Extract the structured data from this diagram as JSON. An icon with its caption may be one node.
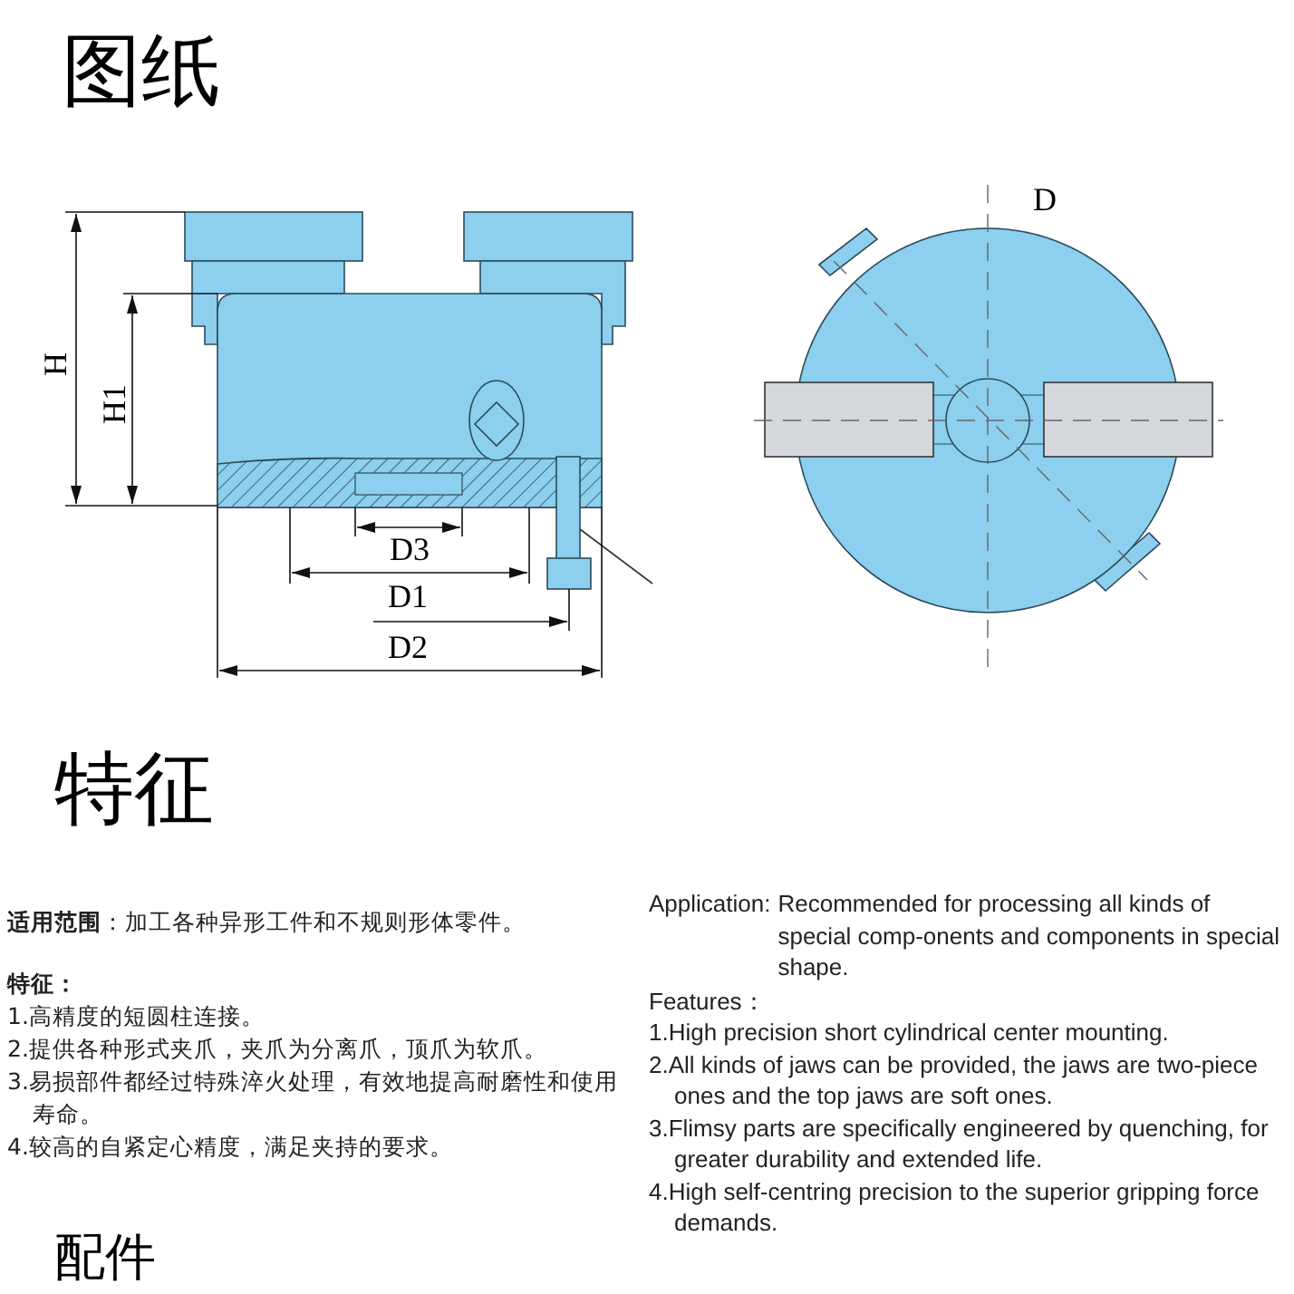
{
  "diagram": {
    "title": "图纸",
    "labels": [
      "D",
      "H",
      "H1",
      "D3",
      "D1",
      "D2",
      "特征",
      "**适用范围**：加工各种异形工件和不规则形体零件。",
      "特征：",
      "1.高精度的短圆柱连接。",
      "2.提供各种形式夹爪，夹爪为分离爪，顶爪为软爪。",
      "3.易损部件都经过特殊淬火处理，有效地提高耐磨性和使用寿命。",
      "4.较高的自紧定心精度，满足夹持的要求。",
      "Application:",
      "Recommended for processing all kinds of special comp-onents and components in special shape.",
      "Features：",
      "1.High precision short cylindrical center mounting.",
      "2.All kinds of jaws can be provided, the jaws are two-piece ones and the top jaws are soft ones.",
      "3.Flimsy parts are specifically engineered by quenching, for greater durability and extended life.",
      "4.High self-centring precision to the superior gripping force demands.",
      "配件"
    ]
  }
}
